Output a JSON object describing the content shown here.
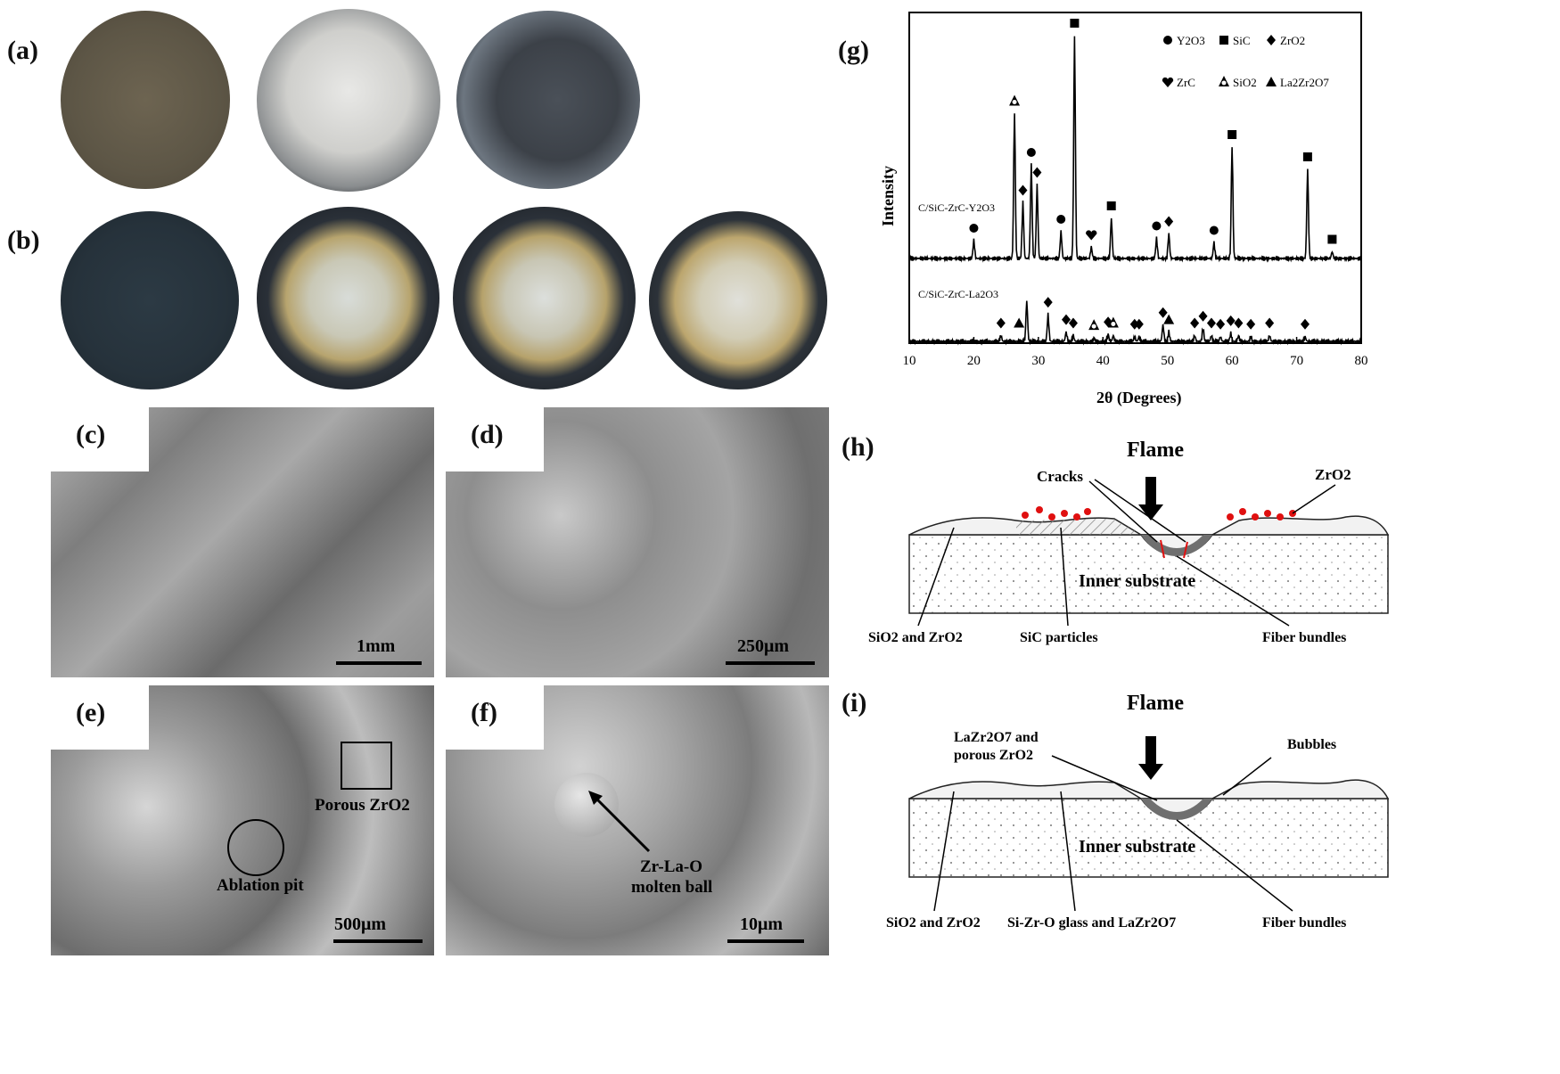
{
  "panels": {
    "a": "(a)",
    "b": "(b)",
    "c": "(c)",
    "d": "(d)",
    "e": "(e)",
    "f": "(f)",
    "g": "(g)",
    "h": "(h)",
    "i": "(i)"
  },
  "sem": {
    "c": {
      "scale": "1mm"
    },
    "d": {
      "scale": "250μm"
    },
    "e": {
      "scale": "500μm",
      "porous": "Porous ZrO2",
      "pit": "Ablation pit"
    },
    "f": {
      "scale": "10μm",
      "ball_line1": "Zr-La-O",
      "ball_line2": "molten ball"
    }
  },
  "chart_data": {
    "type": "line",
    "xlabel": "2θ (Degrees)",
    "ylabel": "Intensity",
    "xlim": [
      10,
      80
    ],
    "xticks": [
      10,
      20,
      30,
      40,
      50,
      60,
      70,
      80
    ],
    "legend": [
      {
        "symbol": "circle",
        "label": "Y2O3"
      },
      {
        "symbol": "square",
        "label": "SiC"
      },
      {
        "symbol": "diamond",
        "label": "ZrO2"
      },
      {
        "symbol": "heart",
        "label": "ZrC"
      },
      {
        "symbol": "club",
        "label": "SiO2"
      },
      {
        "symbol": "triangle",
        "label": "La2Zr2O7"
      }
    ],
    "series": [
      {
        "name": "C/SiC-ZrC-Y2O3",
        "peaks": [
          {
            "x": 20.0,
            "h": 0.08
          },
          {
            "x": 26.3,
            "h": 0.65
          },
          {
            "x": 27.6,
            "h": 0.25
          },
          {
            "x": 28.9,
            "h": 0.42
          },
          {
            "x": 29.8,
            "h": 0.33
          },
          {
            "x": 33.5,
            "h": 0.12
          },
          {
            "x": 35.6,
            "h": 1.0
          },
          {
            "x": 38.2,
            "h": 0.05
          },
          {
            "x": 41.3,
            "h": 0.18
          },
          {
            "x": 48.3,
            "h": 0.09
          },
          {
            "x": 50.2,
            "h": 0.11
          },
          {
            "x": 57.2,
            "h": 0.07
          },
          {
            "x": 60.0,
            "h": 0.5
          },
          {
            "x": 71.7,
            "h": 0.4
          },
          {
            "x": 75.5,
            "h": 0.03
          }
        ],
        "markers": [
          {
            "x": 20.0,
            "s": "circle"
          },
          {
            "x": 26.3,
            "s": "club"
          },
          {
            "x": 27.6,
            "s": "diamond"
          },
          {
            "x": 28.9,
            "s": "circle"
          },
          {
            "x": 29.8,
            "s": "diamond"
          },
          {
            "x": 33.5,
            "s": "circle"
          },
          {
            "x": 35.6,
            "s": "square"
          },
          {
            "x": 38.2,
            "s": "heart"
          },
          {
            "x": 41.3,
            "s": "square"
          },
          {
            "x": 48.3,
            "s": "circle"
          },
          {
            "x": 50.2,
            "s": "diamond"
          },
          {
            "x": 57.2,
            "s": "circle"
          },
          {
            "x": 60.0,
            "s": "square"
          },
          {
            "x": 71.7,
            "s": "square"
          },
          {
            "x": 75.5,
            "s": "square"
          }
        ]
      },
      {
        "name": "C/SiC-ZrC-La2O3",
        "peaks": [
          {
            "x": 24.2,
            "h": 0.05
          },
          {
            "x": 28.2,
            "h": 0.35
          },
          {
            "x": 31.5,
            "h": 0.23
          },
          {
            "x": 34.3,
            "h": 0.08
          },
          {
            "x": 35.4,
            "h": 0.05
          },
          {
            "x": 38.6,
            "h": 0.03
          },
          {
            "x": 40.8,
            "h": 0.06
          },
          {
            "x": 41.6,
            "h": 0.05
          },
          {
            "x": 44.9,
            "h": 0.04
          },
          {
            "x": 45.6,
            "h": 0.04
          },
          {
            "x": 49.3,
            "h": 0.14
          },
          {
            "x": 50.2,
            "h": 0.08
          },
          {
            "x": 54.2,
            "h": 0.05
          },
          {
            "x": 55.5,
            "h": 0.11
          },
          {
            "x": 56.8,
            "h": 0.05
          },
          {
            "x": 58.2,
            "h": 0.04
          },
          {
            "x": 59.8,
            "h": 0.07
          },
          {
            "x": 61.0,
            "h": 0.05
          },
          {
            "x": 62.9,
            "h": 0.04
          },
          {
            "x": 65.8,
            "h": 0.05
          },
          {
            "x": 71.3,
            "h": 0.04
          }
        ],
        "markers": [
          {
            "x": 24.2,
            "s": "diamond"
          },
          {
            "x": 27.0,
            "s": "triangle"
          },
          {
            "x": 31.5,
            "s": "diamond"
          },
          {
            "x": 34.3,
            "s": "diamond"
          },
          {
            "x": 35.4,
            "s": "diamond"
          },
          {
            "x": 38.6,
            "s": "club"
          },
          {
            "x": 40.8,
            "s": "diamond"
          },
          {
            "x": 41.6,
            "s": "club"
          },
          {
            "x": 44.9,
            "s": "diamond"
          },
          {
            "x": 45.6,
            "s": "diamond"
          },
          {
            "x": 49.3,
            "s": "diamond"
          },
          {
            "x": 50.2,
            "s": "triangle"
          },
          {
            "x": 54.2,
            "s": "diamond"
          },
          {
            "x": 55.5,
            "s": "diamond"
          },
          {
            "x": 56.8,
            "s": "diamond"
          },
          {
            "x": 58.2,
            "s": "diamond"
          },
          {
            "x": 59.8,
            "s": "diamond"
          },
          {
            "x": 61.0,
            "s": "diamond"
          },
          {
            "x": 62.9,
            "s": "diamond"
          },
          {
            "x": 65.8,
            "s": "diamond"
          },
          {
            "x": 71.3,
            "s": "diamond"
          }
        ]
      }
    ]
  },
  "schematic_h": {
    "flame": "Flame",
    "cracks": "Cracks",
    "zro2": "ZrO2",
    "substrate": "Inner substrate",
    "sio2_zro2": "SiO2 and ZrO2",
    "sic": "SiC particles",
    "fiber": "Fiber bundles"
  },
  "schematic_i": {
    "flame": "Flame",
    "lazr_1": "LaZr2O7 and",
    "lazr_2": "porous ZrO2",
    "bubbles": "Bubbles",
    "substrate": "Inner substrate",
    "sio2_zro2": "SiO2 and ZrO2",
    "glass": "Si-Zr-O glass and LaZr2O7",
    "fiber": "Fiber bundles"
  }
}
